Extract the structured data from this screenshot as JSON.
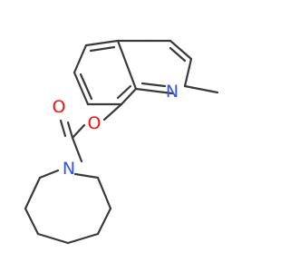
{
  "molecule": {
    "atoms": {
      "n_quinoline": {
        "label": "N",
        "color": "#3050f8"
      },
      "o_ester": {
        "label": "O",
        "color": "#ff0d0d"
      },
      "o_carbonyl": {
        "label": "O",
        "color": "#ff0d0d"
      },
      "n_azepane": {
        "label": "N",
        "color": "#3050f8"
      }
    },
    "bond_color": "#3a3a3a",
    "background": "#ffffff"
  }
}
